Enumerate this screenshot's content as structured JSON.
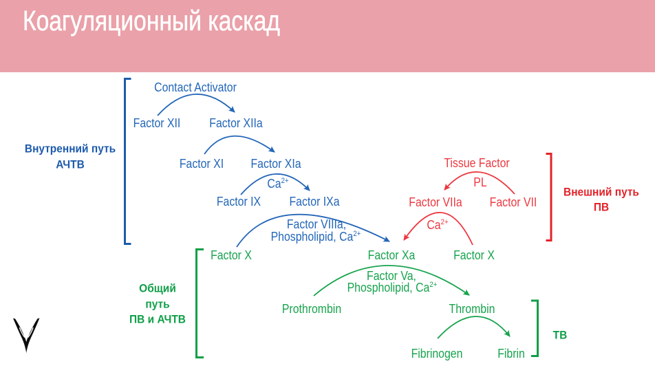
{
  "slide": {
    "title": "Коагуляционный каскад"
  },
  "colors": {
    "header_pink": "#eaa1a9",
    "blue": "#2366b8",
    "red": "#ec3840",
    "green": "#17a34d",
    "label_blue": "#1d5bad",
    "label_red": "#e32329",
    "label_green": "#0f9f48",
    "logo_black": "#0c0c0c"
  },
  "intrinsic": {
    "label_line1": "Внутренний путь",
    "label_line2": "АЧТВ",
    "contact_activator": "Contact Activator",
    "factor_xii": "Factor XII",
    "factor_xiia": "Factor XIIa",
    "factor_xi": "Factor XI",
    "factor_xia": "Factor XIa",
    "ca_base": "Ca",
    "ca_sup": "2+",
    "factor_ix": "Factor IX",
    "factor_ixa": "Factor IXa",
    "cofactor_line1": "Factor VIIIa,",
    "cofactor_line2_base": "Phospholipid, Ca",
    "cofactor_line2_sup": "2+"
  },
  "extrinsic": {
    "label_line1": "Внешний путь",
    "label_line2": "ПВ",
    "tissue_factor": "Tissue Factor",
    "pl": "PL",
    "factor_viia": "Factor VIIa",
    "factor_vii": "Factor VII",
    "ca_base": "Ca",
    "ca_sup": "2+"
  },
  "common": {
    "label_line1": "Общий",
    "label_line2": "путь",
    "label_line3": "ПВ и АЧТВ",
    "tv_label": "ТВ",
    "factor_x_left": "Factor X",
    "factor_xa": "Factor Xa",
    "factor_x_right": "Factor X",
    "cofactor_line1": "Factor Va,",
    "cofactor_line2_base": "Phospholipid, Ca",
    "cofactor_line2_sup": "2+",
    "prothrombin": "Prothrombin",
    "thrombin": "Thrombin",
    "fibrinogen": "Fibrinogen",
    "fibrin": "Fibrin"
  }
}
